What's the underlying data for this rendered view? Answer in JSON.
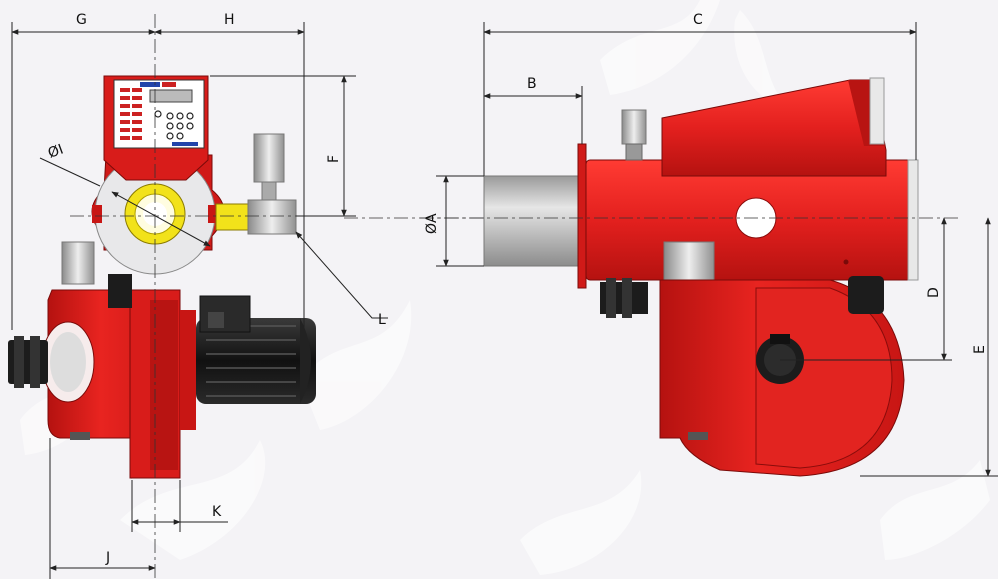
{
  "labels": {
    "G": "G",
    "H": "H",
    "C": "C",
    "B": "B",
    "F": "F",
    "phi_I": "ØI",
    "phi_A": "ØA",
    "D": "D",
    "E": "E",
    "L": "L",
    "K": "K",
    "J": "J"
  },
  "colors": {
    "body_red": "#e3201e",
    "dark_red": "#a8100f",
    "flange_yellow": "#f2e21a",
    "steel": "#c8c8c8",
    "motor_black": "#1c1c1c",
    "background": "#f4f3f6"
  },
  "icons": {
    "panel": "control-panel-icon",
    "motor": "electric-motor-icon",
    "valve": "gas-valve-icon"
  }
}
